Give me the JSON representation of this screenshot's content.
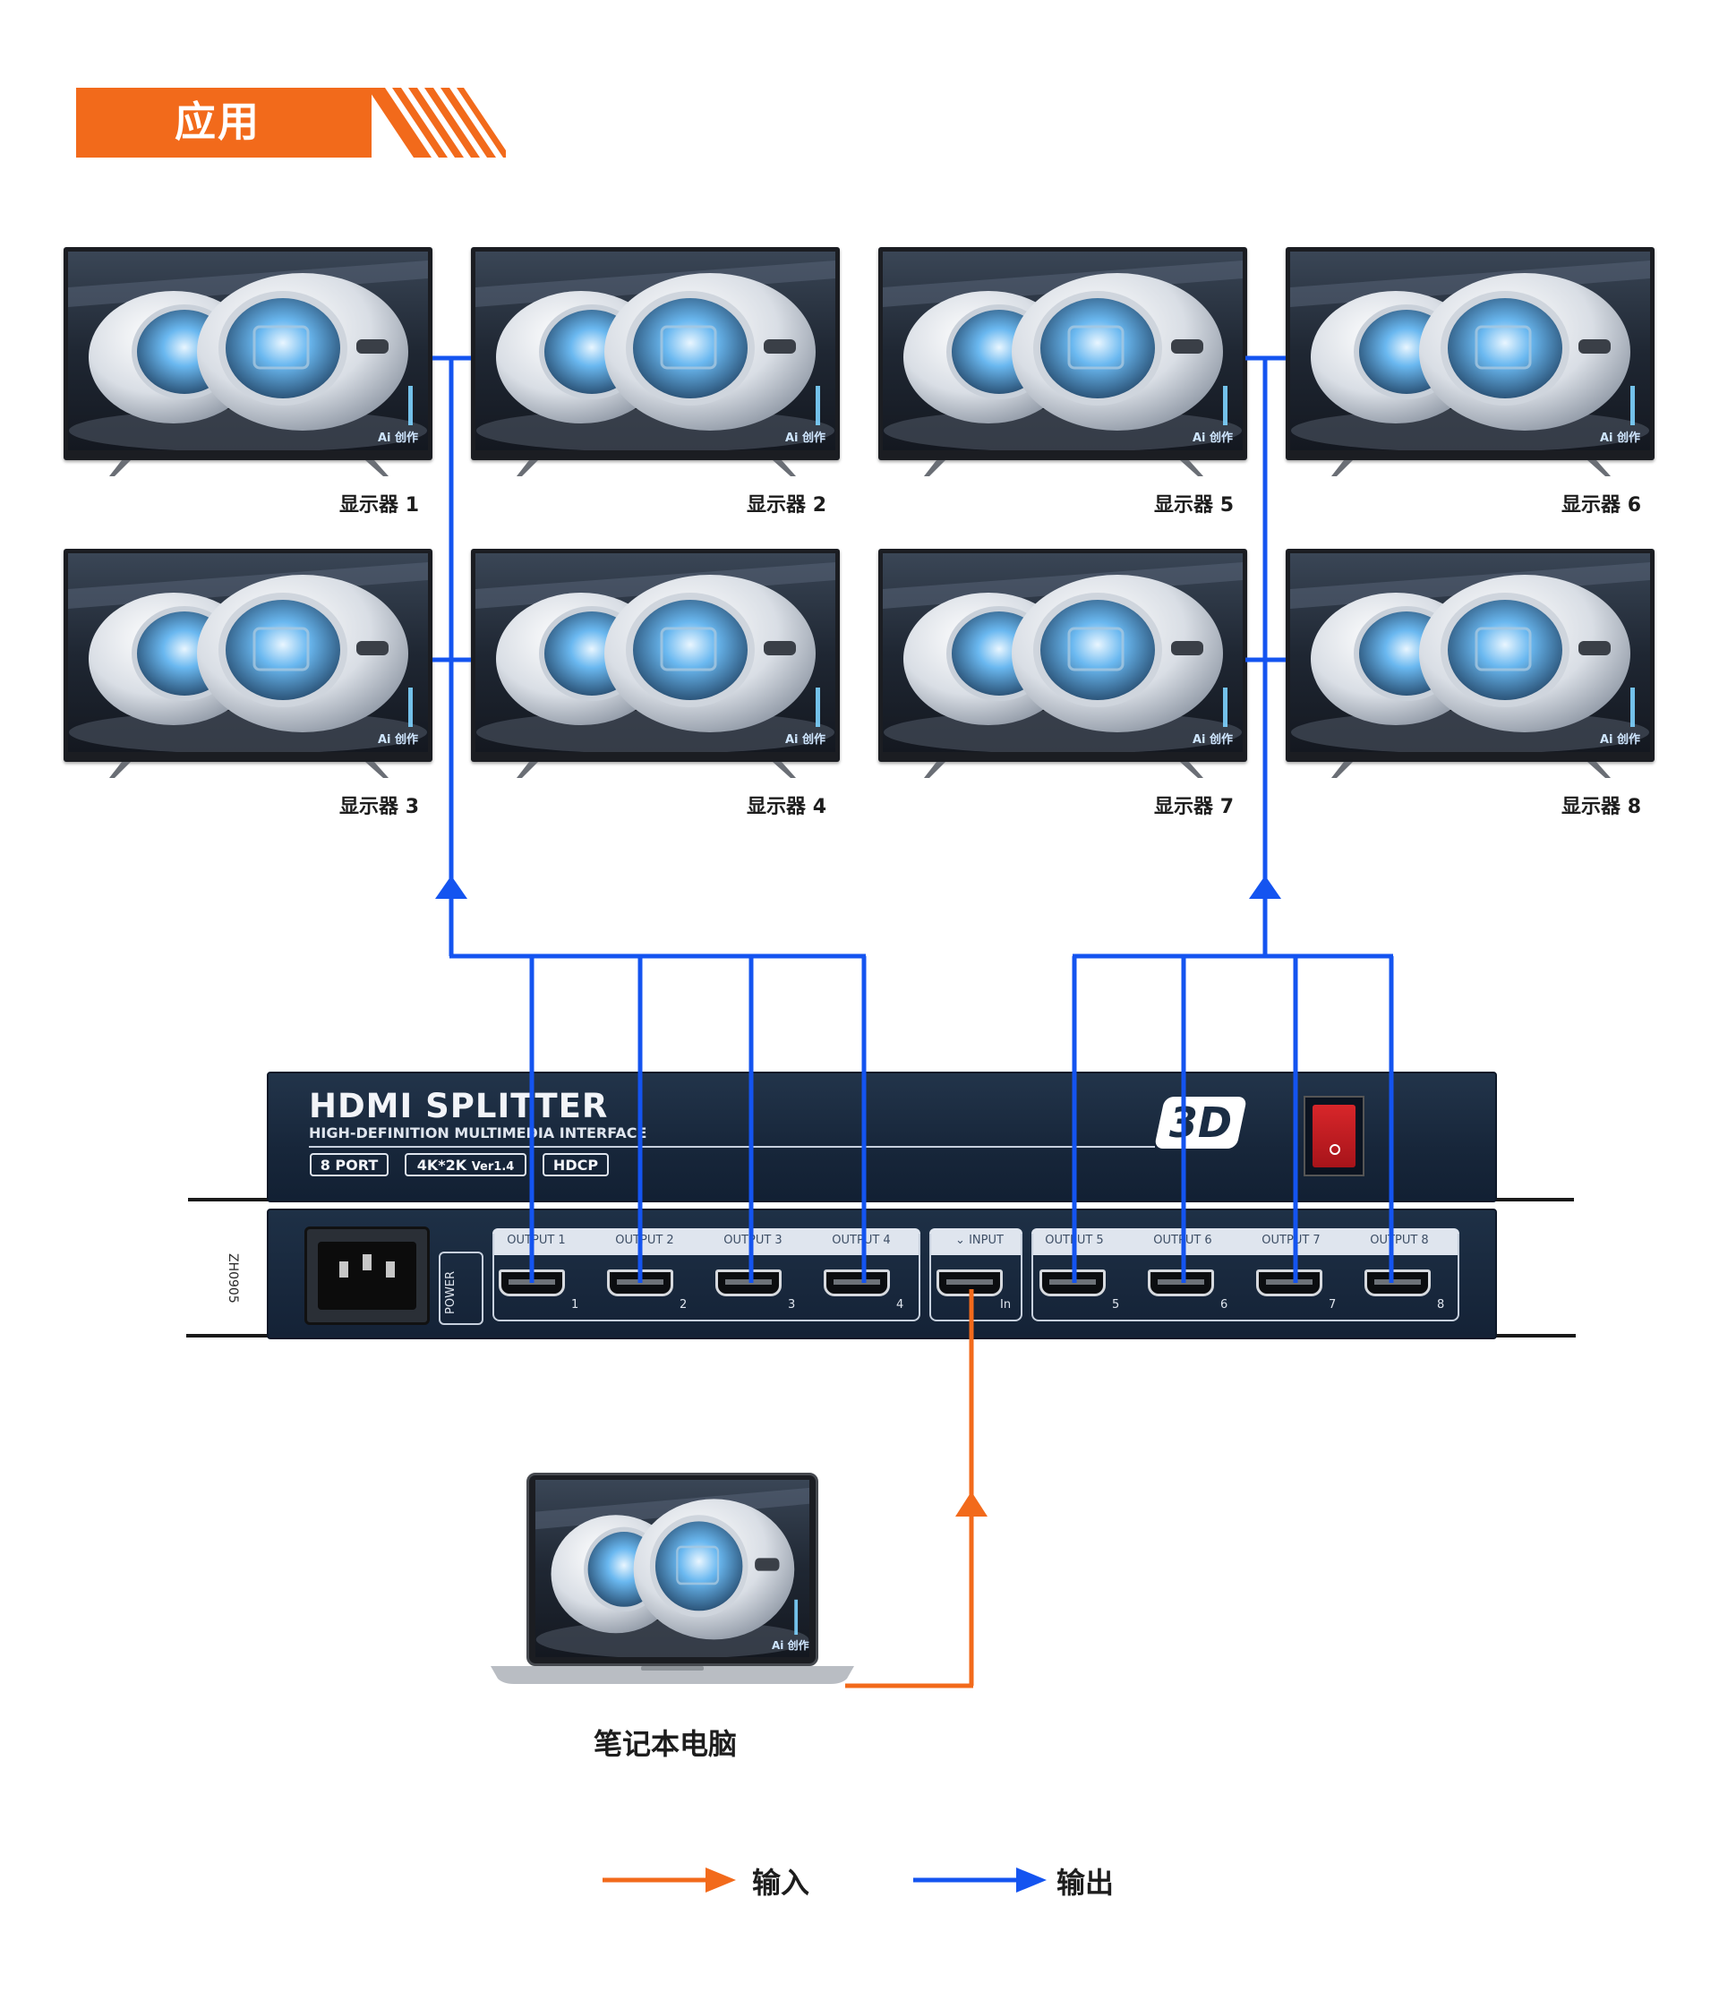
{
  "header": {
    "title": "应用"
  },
  "monitors": [
    {
      "label": "显示器 1",
      "watermark": "Ai 创作"
    },
    {
      "label": "显示器 2",
      "watermark": "Ai 创作"
    },
    {
      "label": "显示器 5",
      "watermark": "Ai 创作"
    },
    {
      "label": "显示器 6",
      "watermark": "Ai 创作"
    },
    {
      "label": "显示器 3",
      "watermark": "Ai 创作"
    },
    {
      "label": "显示器 4",
      "watermark": "Ai 创作"
    },
    {
      "label": "显示器 7",
      "watermark": "Ai 创作"
    },
    {
      "label": "显示器 8",
      "watermark": "Ai 创作"
    }
  ],
  "splitter": {
    "title": "HDMI SPLITTER",
    "subtitle": "HIGH-DEFINITION MULTIMEDIA INTERFACE",
    "tags": [
      "8 PORT",
      "4K*2K",
      "Ver1.4",
      "HDCP"
    ],
    "badge": "3D",
    "model_code": "ZH0905",
    "power_label": "POWER",
    "input": {
      "label": "INPUT",
      "num": "In"
    },
    "outputs": [
      {
        "label": "OUTPUT 1",
        "num": "1"
      },
      {
        "label": "OUTPUT 2",
        "num": "2"
      },
      {
        "label": "OUTPUT 3",
        "num": "3"
      },
      {
        "label": "OUTPUT 4",
        "num": "4"
      },
      {
        "label": "OUTPUT 5",
        "num": "5"
      },
      {
        "label": "OUTPUT 6",
        "num": "6"
      },
      {
        "label": "OUTPUT 7",
        "num": "7"
      },
      {
        "label": "OUTPUT 8",
        "num": "8"
      }
    ]
  },
  "laptop": {
    "label": "笔记本电脑",
    "watermark": "Ai 创作"
  },
  "legend": {
    "input": {
      "label": "输入",
      "color": "#f26a1b"
    },
    "output": {
      "label": "输出",
      "color": "#1454f0"
    }
  },
  "colors": {
    "accent": "#f26a1b",
    "output": "#1454f0",
    "device": "#17263a"
  }
}
